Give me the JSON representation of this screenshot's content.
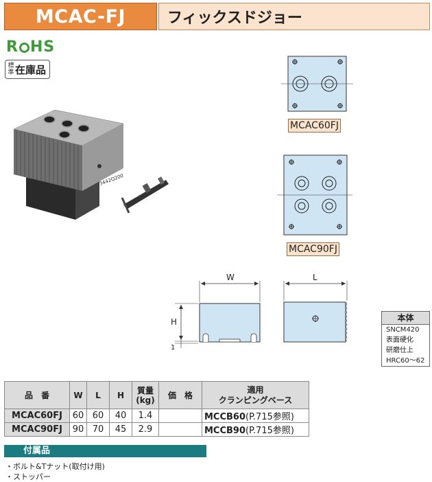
{
  "header": {
    "model": "MCAC-FJ",
    "name": "フィックスドジョー"
  },
  "badges": {
    "rohs": [
      "R",
      "HS"
    ],
    "stock_small": "標準",
    "stock_big": "在庫品"
  },
  "photo": {
    "stamp": "3442Q200"
  },
  "drawings": {
    "top_views": [
      {
        "label": "MCAC60FJ"
      },
      {
        "label": "MCAC90FJ"
      }
    ],
    "dims": {
      "w": "W",
      "l": "L",
      "h": "H",
      "one": "1"
    }
  },
  "material": {
    "title": "本体",
    "lines": [
      "SNCM420",
      "表面硬化",
      "研磨仕上",
      "HRC60～62"
    ]
  },
  "table": {
    "headers": {
      "model": "品　番",
      "w": "W",
      "l": "L",
      "h": "H",
      "mass": "質量\n(kg)",
      "price": "価　格",
      "base": "適用\nクランピングベース"
    },
    "rows": [
      {
        "model": "MCAC60FJ",
        "w": "60",
        "l": "60",
        "h": "40",
        "mass": "1.4",
        "price": "",
        "base": "MCCB60",
        "ref": "(P.715参照)"
      },
      {
        "model": "MCAC90FJ",
        "w": "90",
        "l": "70",
        "h": "45",
        "mass": "2.9",
        "price": "",
        "base": "MCCB90",
        "ref": "(P.715参照)"
      }
    ]
  },
  "accessories": {
    "title": "付属品",
    "items": [
      "・ボルト&Tナット(取付け用)",
      "・ストッパー"
    ]
  },
  "colors": {
    "orange": "#ea8a3e",
    "peach": "#fbe3cd",
    "green": "#3f9a3a",
    "teal": "#1a7b80",
    "drawing_blue": "#cfe5f3"
  }
}
